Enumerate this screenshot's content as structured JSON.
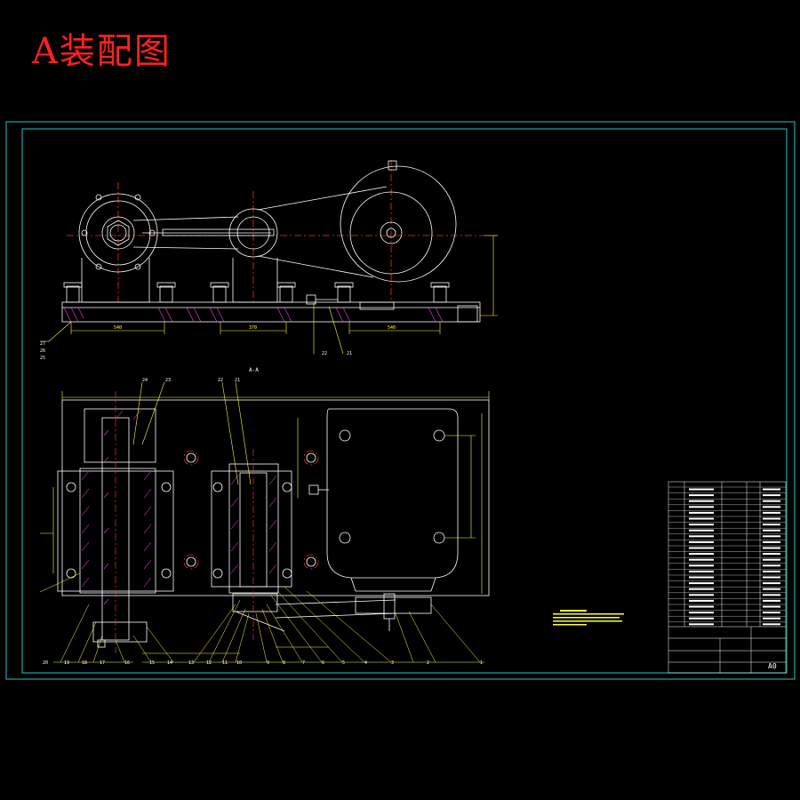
{
  "title": "A装配图",
  "section_label": "A-A",
  "colors": {
    "background": "#000000",
    "frame": "#22c6c6",
    "outline": "#ffffff",
    "centerline": "#ff2a2a",
    "dimension": "#ffff33",
    "hatch": "#e23ad8",
    "note": "#ffff33",
    "title_text": "#ff2020"
  },
  "balloons_bottom": [
    "20",
    "19",
    "18",
    "17",
    "16",
    "15",
    "14",
    "13",
    "12",
    "11",
    "10",
    "9",
    "8",
    "7",
    "6",
    "5",
    "4",
    "3",
    "2",
    "1"
  ],
  "balloons_top": [
    "22",
    "21"
  ],
  "balloons_left_top": [
    "27",
    "26",
    "25"
  ],
  "balloons_section_top": [
    "24",
    "23",
    "22",
    "21"
  ],
  "title_block_code": "A0"
}
